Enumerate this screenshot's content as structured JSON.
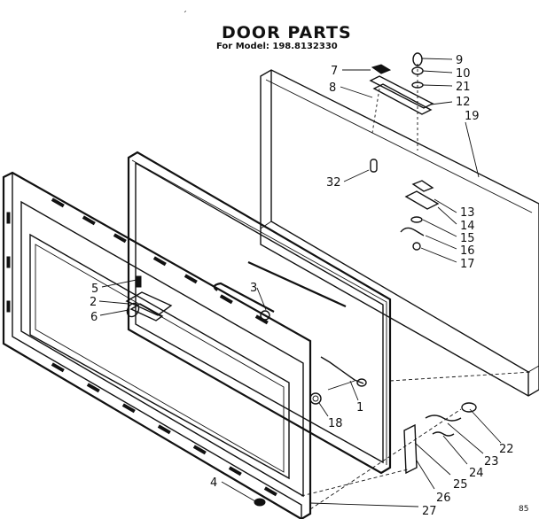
{
  "title": "DOOR PARTS",
  "subtitle": "For Model: 198.8132330",
  "corner_mark": "85",
  "top_mark": "´",
  "callouts": {
    "n9": "9",
    "n10": "10",
    "n21": "21",
    "n12": "12",
    "n19": "19",
    "n7": "7",
    "n8": "8",
    "n32": "32",
    "n13": "13",
    "n14": "14",
    "n15": "15",
    "n16": "16",
    "n17": "17",
    "n3": "3",
    "n5": "5",
    "n2": "2",
    "n6": "6",
    "n1": "1",
    "n18": "18",
    "n22": "22",
    "n23": "23",
    "n24": "24",
    "n25": "25",
    "n26": "26",
    "n27": "27",
    "n4": "4"
  }
}
